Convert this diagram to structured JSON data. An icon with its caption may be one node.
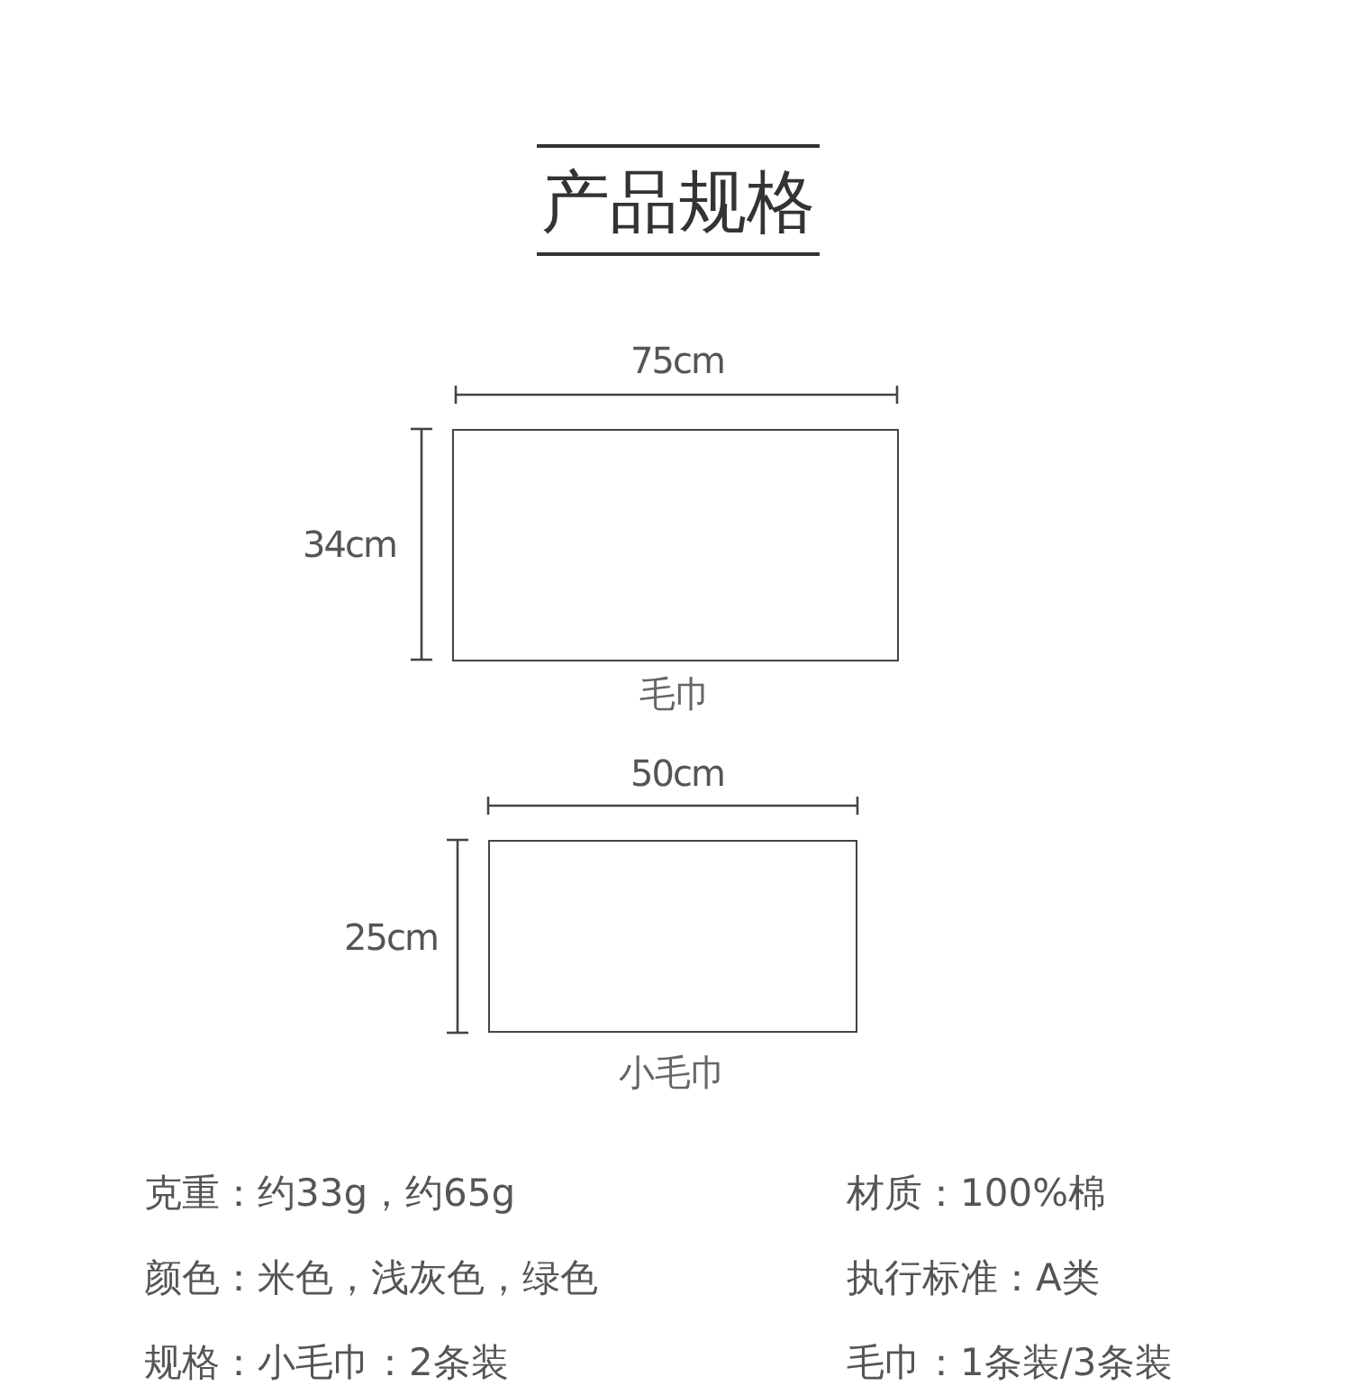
{
  "diagram": {
    "title": "产品规格",
    "nodes": [
      {
        "text": [
          "毛巾"
        ]
      },
      {
        "text": [
          "小毛巾"
        ]
      }
    ],
    "edges": [],
    "labels": [
      "75cm",
      "34cm",
      "50cm",
      "25cm",
      "克重：约33g，约65g",
      "材质：100%棉",
      "颜色：米色，浅灰色，绿色",
      "执行标准：A类",
      "规格：小毛巾：2条装",
      "毛巾：1条装/3条装"
    ]
  }
}
